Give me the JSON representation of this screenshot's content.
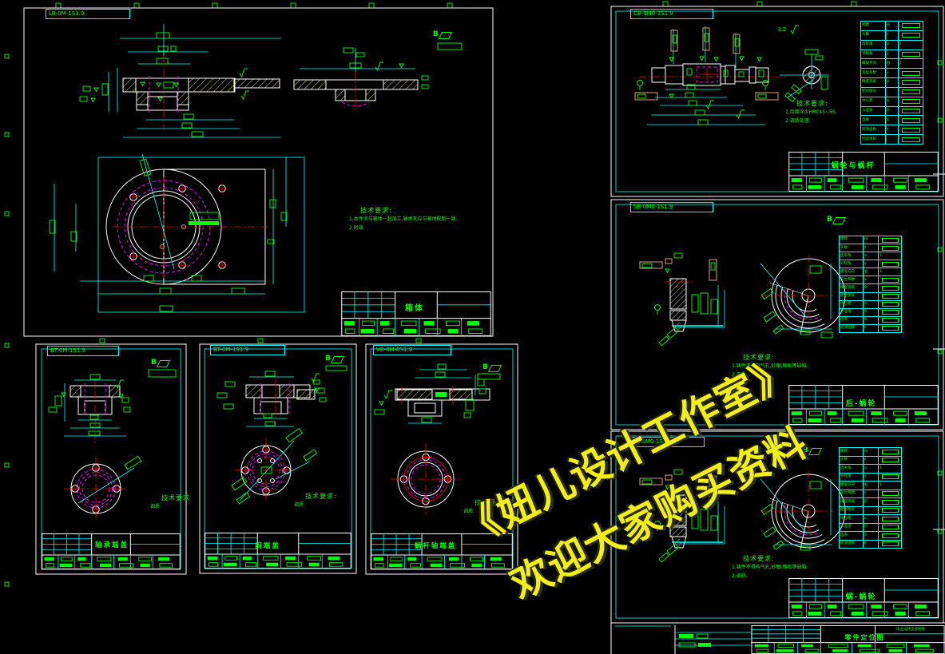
{
  "colors": {
    "line": "#ffffff",
    "dim": "#00ffff",
    "sym": "#00ff00",
    "hidden": "#ff00ff",
    "center": "#ff0000",
    "hatch": "#e6e02e",
    "frame": "#dfa078",
    "watermark": "#f2ee1c",
    "bg": "#000000"
  },
  "watermark": {
    "line1": "《妞儿设计工作室》",
    "line2": "欢迎大家购买资料"
  },
  "ui": {
    "b_view_label": "B",
    "roughness_value": "3.2"
  },
  "sheets": {
    "housing": {
      "code": "LB-0M-1S1.9",
      "title": "箱体",
      "notes": [
        "技术要求:",
        "1.本件须与箱体一起加工,轴承孔应与箱体配制一致.",
        "2.时效."
      ]
    },
    "bearing_cover": {
      "code": "BT-0M-1S1.9",
      "title": "轴承端盖",
      "notes": [
        "技术要求",
        "调质"
      ]
    },
    "blind_cover": {
      "code": "BT-0M-1S1.9",
      "title": "闷端盖",
      "notes": [
        "技术要求:",
        "调质."
      ]
    },
    "worm_shaft_cover": {
      "code": "VB-0M-BS1.9",
      "title": "蜗杆轴端盖",
      "notes": [
        "技术要求:",
        "调质."
      ]
    },
    "worm_gear_pair": {
      "code": "CB-0M0-1S1.9",
      "title": "蜗轮与蜗杆",
      "notes": [
        "技术要求:",
        "1.齿面淬火HRC45~55.",
        "2.调质处理."
      ]
    },
    "worm_wheel_rear": {
      "code": "SB-0M0-1S1.9",
      "title": "后-蜗轮",
      "notes": [
        "技术要求:",
        "1.铸件不得有气孔,砂眼,缩松等缺陷.",
        "2.调质."
      ]
    },
    "worm_wheel_front": {
      "code": "B-0M0-1S1.9",
      "title": "蜗-蜗轮",
      "notes": [
        "技术要求:",
        "1.铸件不得有气孔,砂眼,缩松等缺陷.",
        "2.调质."
      ]
    },
    "parts_list": {
      "title": "零件定位图",
      "side_note": "毕业设计全套图纸"
    }
  },
  "param_table": {
    "rows": [
      {
        "l": "模数",
        "m": "m",
        "r": ""
      },
      {
        "l": "头数",
        "m": "z",
        "r": ""
      },
      {
        "l": "齿形角",
        "m": "α",
        "r": "1"
      },
      {
        "l": "导程角",
        "m": "γ",
        "r": ""
      },
      {
        "l": "螺旋方向",
        "m": "右",
        "r": "1"
      },
      {
        "l": "变位系数",
        "m": "x",
        "r": ""
      },
      {
        "l": "精度等级",
        "m": "8",
        "r": ""
      },
      {
        "l": "配对图号",
        "m": "",
        "r": ""
      },
      {
        "l": "中心距",
        "m": "a",
        "r": ""
      },
      {
        "l": "公差组",
        "m": "Fr",
        "r": ""
      },
      {
        "l": "齿厚",
        "m": "S",
        "r": ""
      },
      {
        "l": "跨测齿数",
        "m": "k",
        "r": ""
      },
      {
        "l": "检验项目",
        "m": "",
        "r": ""
      }
    ]
  }
}
